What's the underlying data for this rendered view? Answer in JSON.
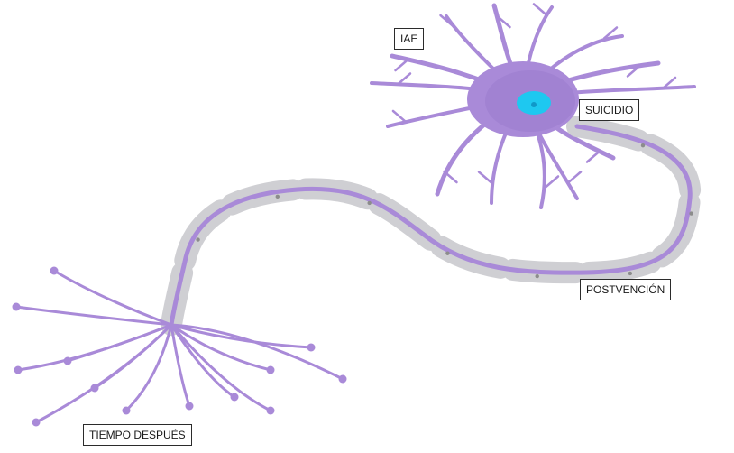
{
  "labels": {
    "iae": "IAE",
    "suicidio": "SUICIDIO",
    "postvencion": "POSTVENCIÓN",
    "tiempo": "TIEMPO DESPUÉS"
  },
  "colors": {
    "neuron": "#a98ad8",
    "neuron_dark": "#9273c9",
    "myelin": "#cfcfd3",
    "node": "#8c8c8c",
    "nucleus": "#1ec8f0",
    "nucleus_core": "#1098c8"
  }
}
